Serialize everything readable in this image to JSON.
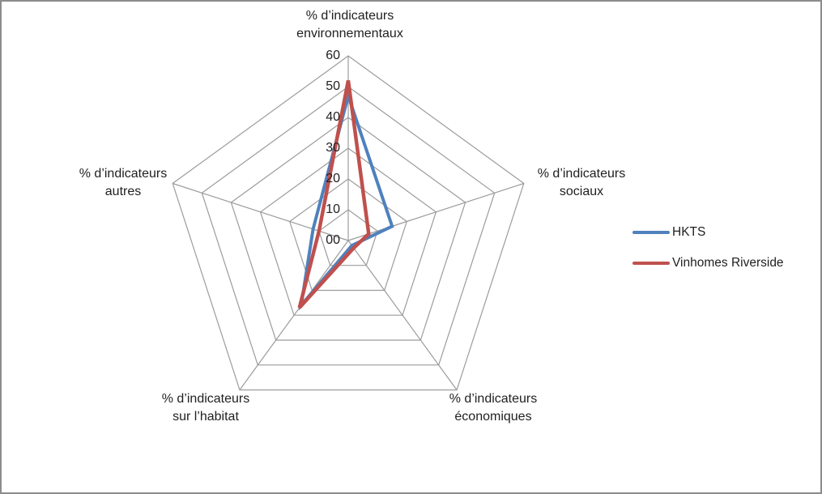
{
  "chart_data": {
    "type": "radar",
    "title": "",
    "max": 60,
    "min": 0,
    "step": 10,
    "tick_labels": [
      "60",
      "50",
      "40",
      "30",
      "20",
      "10",
      "00"
    ],
    "grid_color": "#9c9c9c",
    "grid_on": true,
    "legend_position": "right",
    "axes": [
      {
        "id": "environnementaux",
        "label_line1": "% d’indicateurs",
        "label_line2": "environnementaux"
      },
      {
        "id": "sociaux",
        "label_line1": "% d’indicateurs",
        "label_line2": "sociaux"
      },
      {
        "id": "economiques",
        "label_line1": "% d’indicateurs",
        "label_line2": "économiques"
      },
      {
        "id": "habitat",
        "label_line1": "% d’indicateurs",
        "label_line2": "sur l’habitat"
      },
      {
        "id": "autres",
        "label_line1": "% d’indicateurs",
        "label_line2": "autres"
      }
    ],
    "series": [
      {
        "name": "HKTS",
        "color": "#4F81BD",
        "stroke_width": 4,
        "values": [
          47,
          15,
          2,
          26,
          12
        ]
      },
      {
        "name": "Vinhomes Riverside",
        "color": "#C0504D",
        "stroke_width": 4.5,
        "values": [
          52,
          7,
          3,
          27,
          10
        ]
      }
    ]
  }
}
